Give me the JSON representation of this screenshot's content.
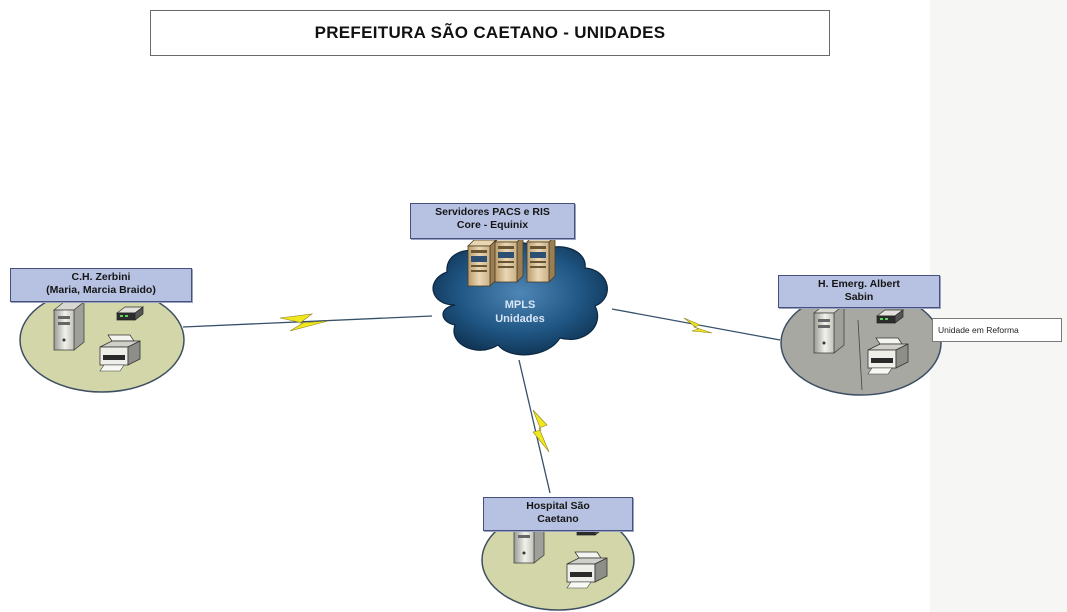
{
  "title": "PREFEITURA SÃO CAETANO - UNIDADES",
  "core": {
    "label_line1": "Servidores PACS e RIS",
    "label_line2": "Core - Equinix",
    "cloud_line1": "MPLS",
    "cloud_line2": "Unidades"
  },
  "sites": {
    "zerbini": {
      "line1": "C.H. Zerbini",
      "line2": "(Maria, Marcia Braido)"
    },
    "sabin": {
      "line1": "H. Emerg. Albert",
      "line2": "Sabin",
      "note": "Unidade em Reforma"
    },
    "caetano": {
      "line1": "Hospital São",
      "line2": "Caetano"
    }
  },
  "colors": {
    "site_active": "#d3d6a8",
    "site_inactive": "#a8a8a2",
    "label_fill": "#b7c2e2",
    "cloud": "#1d4d73",
    "link": "#36506a",
    "lightning": "#f2e61c"
  }
}
